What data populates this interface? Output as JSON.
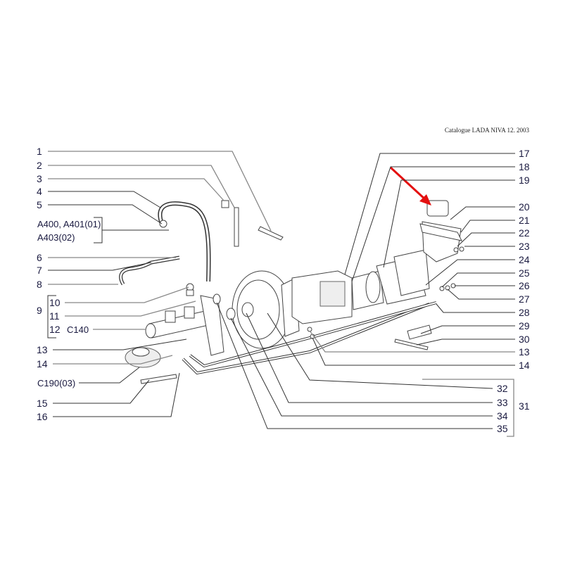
{
  "header": "Catalogue LADA NIVA 12. 2003",
  "left_labels": {
    "l1": "1",
    "l2": "2",
    "l3": "3",
    "l4": "4",
    "l5": "5",
    "a400": "A400, A401(01)",
    "a403": "A403(02)",
    "l6": "6",
    "l7": "7",
    "l8": "8",
    "l9": "9",
    "l10": "10",
    "l11": "11",
    "l12": "12",
    "c140": "C140",
    "l13": "13",
    "l14": "14",
    "c190": "C190(03)",
    "l15": "15",
    "l16": "16"
  },
  "right_labels": {
    "l17": "17",
    "l18": "18",
    "l19": "19",
    "l20": "20",
    "l21": "21",
    "l22": "22",
    "l23": "23",
    "l24": "24",
    "l25": "25",
    "l26": "26",
    "l27": "27",
    "l28": "28",
    "l29": "29",
    "l30": "30",
    "l13": "13",
    "l14": "14",
    "l31": "31",
    "l32": "32",
    "l33": "33",
    "l34": "34",
    "l35": "35"
  },
  "colors": {
    "arrow": "#e41010",
    "label": "#1a1a40"
  }
}
